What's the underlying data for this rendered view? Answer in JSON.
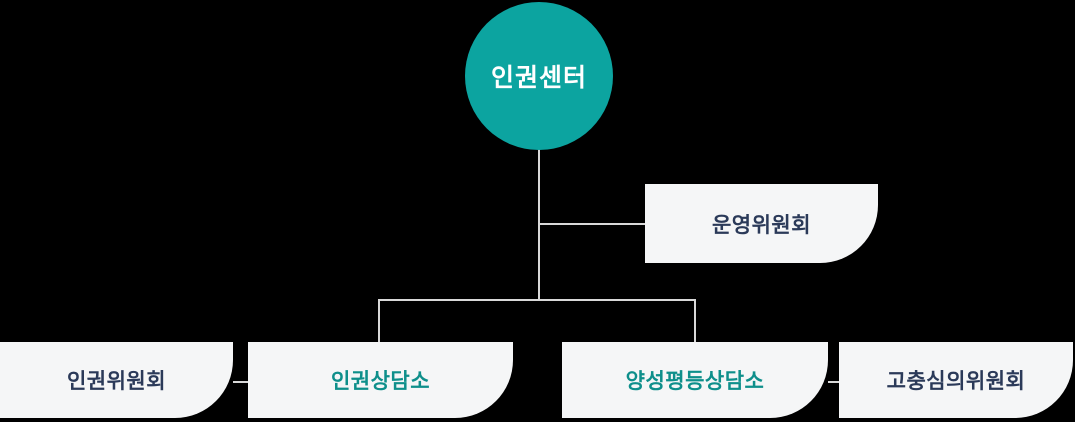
{
  "diagram": {
    "title": "org-chart",
    "root": {
      "label": "인권센터"
    },
    "branch": {
      "label": "운영위원회",
      "color": "navy"
    },
    "children": [
      {
        "label": "인권위원회",
        "color": "navy"
      },
      {
        "label": "인권상담소",
        "color": "teal"
      },
      {
        "label": "양성평등상담소",
        "color": "teal"
      },
      {
        "label": "고충심의위원회",
        "color": "navy"
      }
    ],
    "colors": {
      "background": "#000000",
      "root_fill": "#0CA4A0",
      "root_text": "#FFFFFF",
      "node_fill": "#F5F6F7",
      "navy": "#2B3A59",
      "teal": "#0E8F8B",
      "line": "#D9D9D9"
    }
  }
}
